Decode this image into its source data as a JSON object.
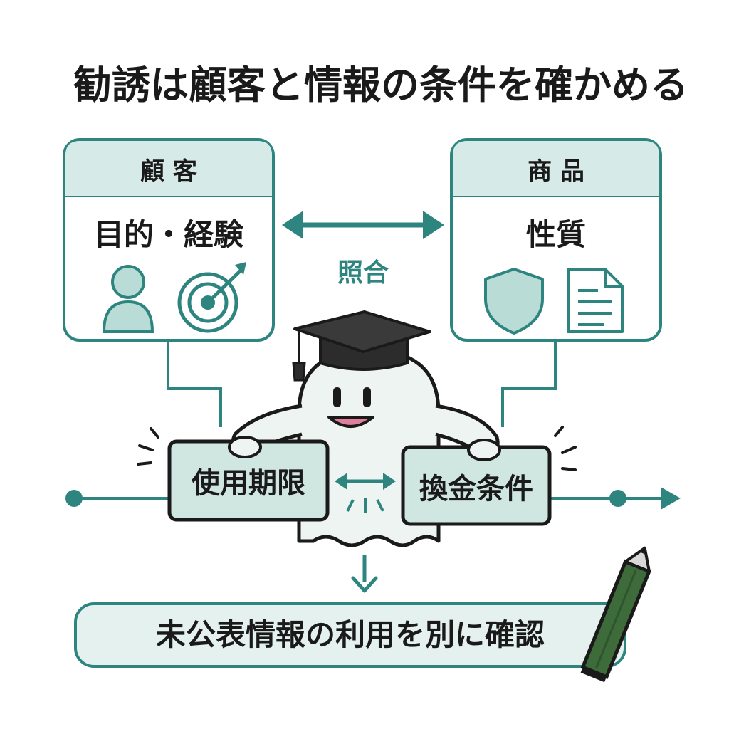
{
  "title": "勧誘は顧客と情報の条件を確かめる",
  "customer_box": {
    "header": "顧 客",
    "label": "目的・経験",
    "icons": [
      "person-icon",
      "target-icon"
    ]
  },
  "product_box": {
    "header": "商 品",
    "label": "性質",
    "icons": [
      "shield-icon",
      "document-icon"
    ]
  },
  "match_label": "照合",
  "tag_left": "使用期限",
  "tag_right": "換金条件",
  "bottom_label": "未公表情報の利用を別に確認",
  "colors": {
    "teal": "#2e8580",
    "teal_light": "#d6ebe7",
    "teal_fill": "#e4f1ee",
    "dark": "#1a1a1a",
    "pink": "#e07f9b",
    "pencil_green": "#3e6b3a"
  },
  "decorations": [
    "graduation-cap-icon",
    "ghost-mascot",
    "pencil-icon"
  ]
}
